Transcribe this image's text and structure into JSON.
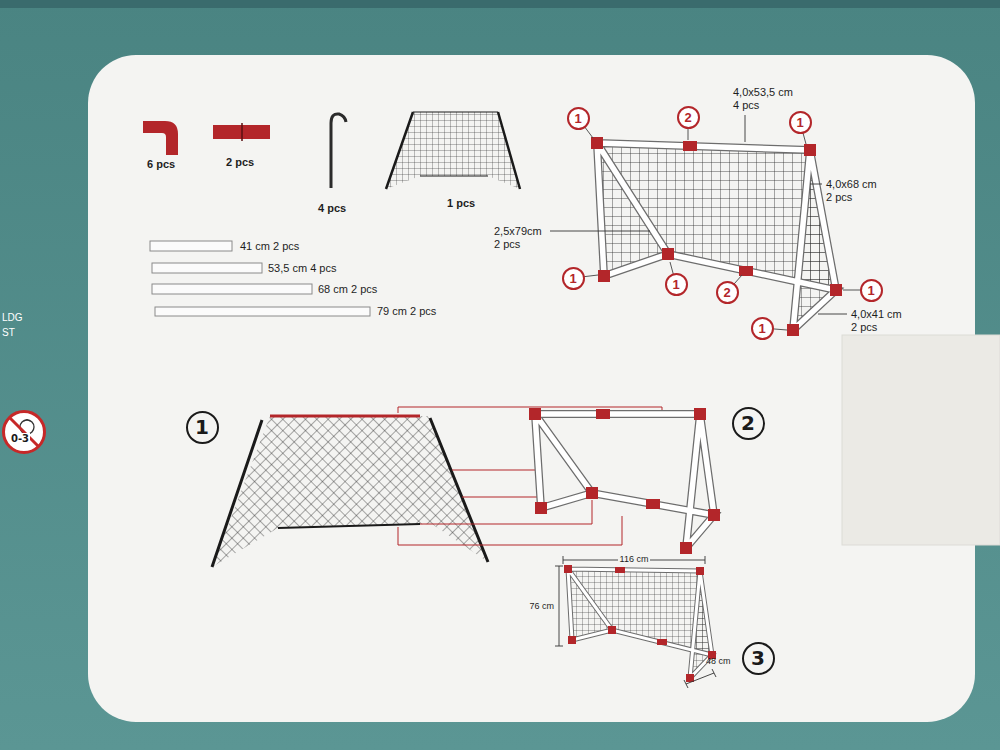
{
  "diagram": {
    "nodes": [
      {
        "text": [
          "1"
        ]
      },
      {
        "text": [
          "2"
        ]
      },
      {
        "text": [
          "1"
        ]
      },
      {
        "text": [
          "1"
        ]
      },
      {
        "text": [
          "1"
        ]
      },
      {
        "text": [
          "2"
        ]
      },
      {
        "text": [
          "1"
        ]
      },
      {
        "text": [
          "1"
        ]
      },
      {
        "text": [
          "0-3"
        ]
      },
      {
        "text": [
          "1"
        ]
      },
      {
        "text": [
          "2"
        ]
      },
      {
        "text": [
          "3"
        ]
      }
    ],
    "labels": [
      "6 pcs",
      "2 pcs",
      "4 pcs",
      "1 pcs",
      "41 cm 2 pcs",
      "53,5 cm 4 pcs",
      "68 cm 2 pcs",
      "79 cm 2 pcs",
      "4,0x53,5 cm 4 pcs",
      "4,0x68 cm 2 pcs",
      "2,5x79cm 2 pcs",
      "4,0x41 cm 2 pcs",
      "116 cm",
      "76 cm",
      "48 cm",
      "LDG",
      "ST"
    ]
  }
}
